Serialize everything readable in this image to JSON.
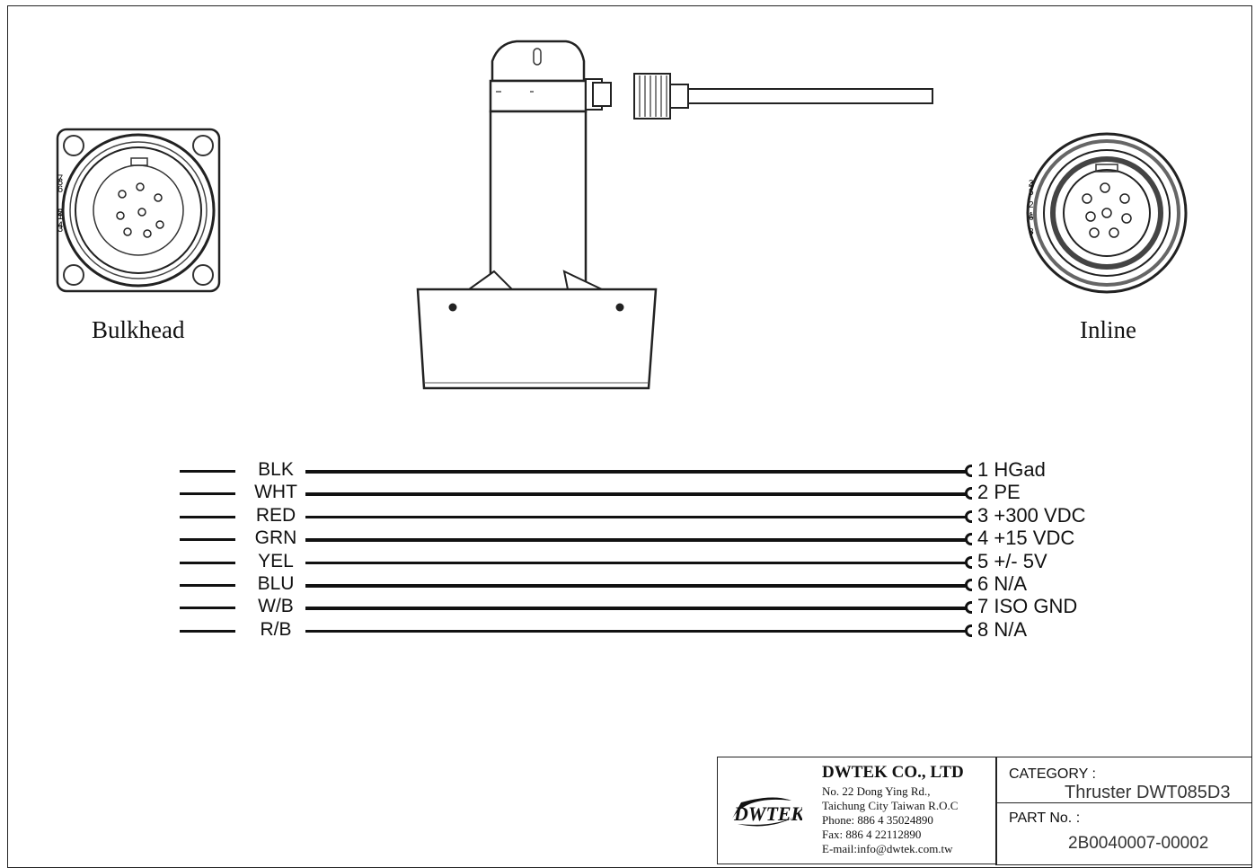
{
  "connectors": {
    "bulkhead_label": "Bulkhead",
    "inline_label": "Inline",
    "bulkhead_pins": [
      "1",
      "2",
      "3",
      "4",
      "5",
      "6",
      "7",
      "8"
    ],
    "inline_pins": [
      "1",
      "2",
      "3",
      "4",
      "5",
      "6",
      "7",
      "8"
    ]
  },
  "wiring": [
    {
      "color": "BLK",
      "pin": "1",
      "function": "HGad"
    },
    {
      "color": "WHT",
      "pin": "2",
      "function": "PE"
    },
    {
      "color": "RED",
      "pin": "3",
      "function": "+300 VDC"
    },
    {
      "color": "GRN",
      "pin": "4",
      "function": "+15 VDC"
    },
    {
      "color": "YEL",
      "pin": "5",
      "function": "+/- 5V"
    },
    {
      "color": "BLU",
      "pin": "6",
      "function": "N/A"
    },
    {
      "color": "W/B",
      "pin": "7",
      "function": "ISO GND"
    },
    {
      "color": "R/B",
      "pin": "8",
      "function": "N/A"
    }
  ],
  "title_block": {
    "logo_text": "DWTEK",
    "company": "DWTEK CO., LTD",
    "address_1": "No. 22 Dong Ying Rd.,",
    "address_2": "Taichung City Taiwan R.O.C",
    "phone": "Phone: 886 4 35024890",
    "fax": "Fax: 886 4 22112890",
    "email": "E-mail:info@dwtek.com.tw",
    "category_label": "CATEGORY :",
    "category_value": "Thruster DWT085D3",
    "part_label": "PART No. :",
    "part_value": "2B0040007-00002"
  }
}
